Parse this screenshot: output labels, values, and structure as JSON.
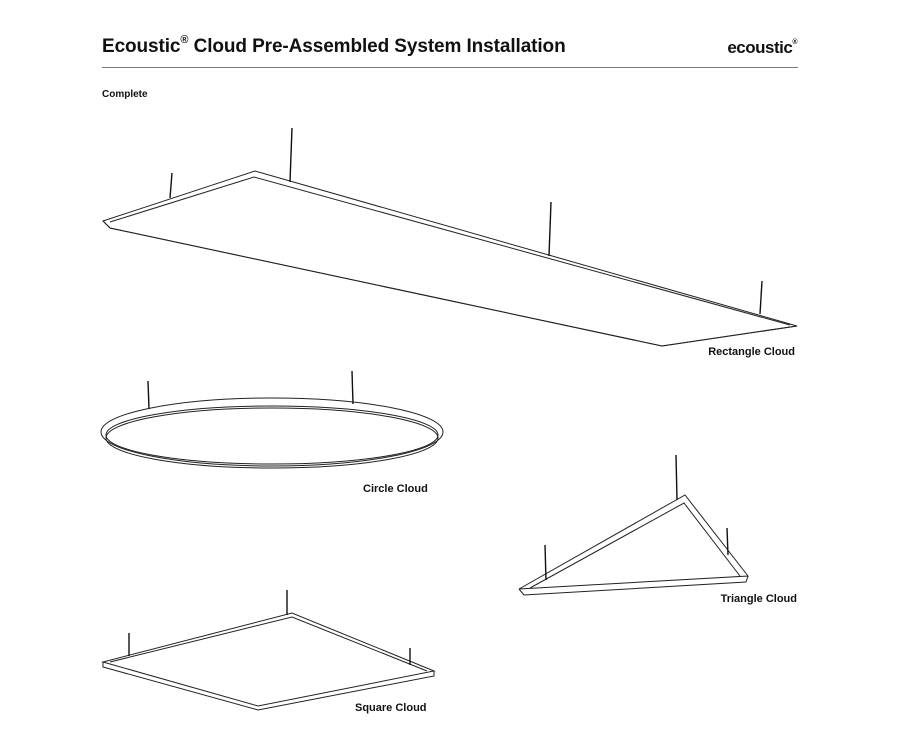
{
  "header": {
    "title": "Ecoustic",
    "title_mark": "®",
    "title_rest": " Cloud Pre-Assembled System Installation",
    "brand": "ecoustic",
    "brand_mark": "®"
  },
  "section_label": "Complete",
  "clouds": {
    "rectangle": "Rectangle Cloud",
    "circle": "Circle Cloud",
    "triangle": "Triangle Cloud",
    "square": "Square Cloud"
  }
}
